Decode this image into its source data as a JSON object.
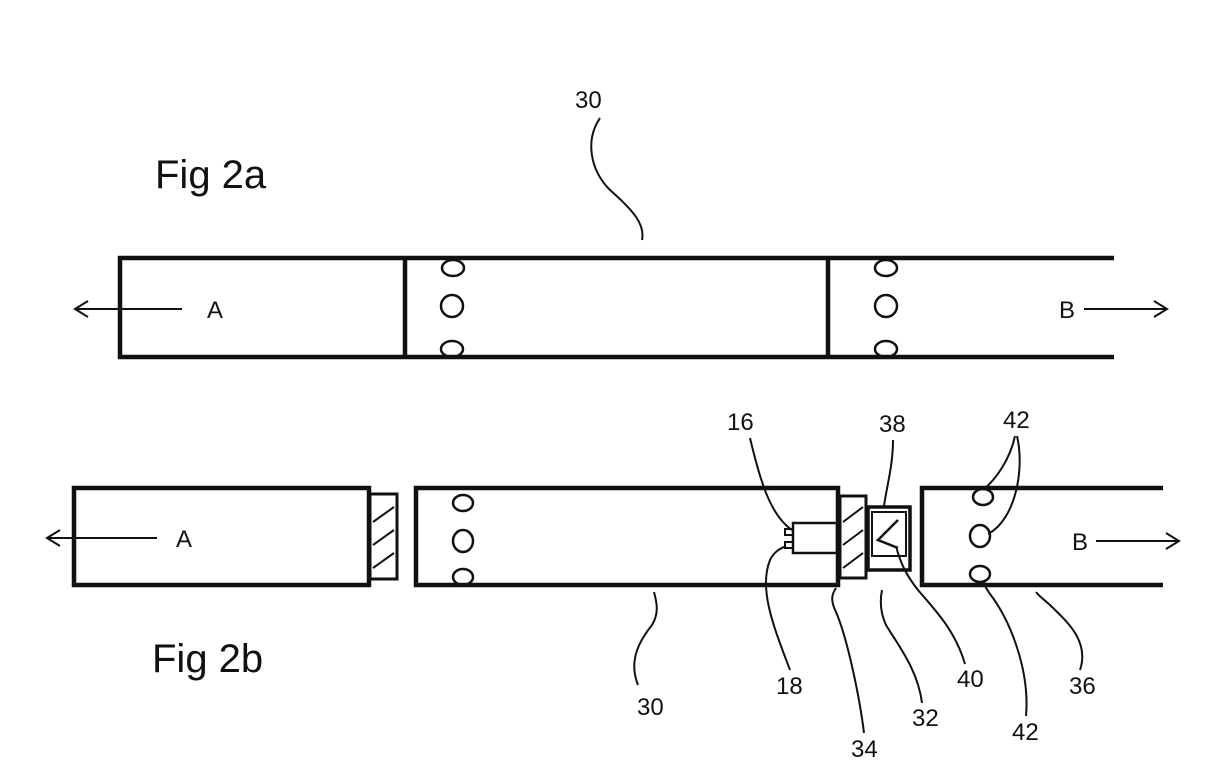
{
  "figures": {
    "fig2a": {
      "title": "Fig 2a"
    },
    "fig2b": {
      "title": "Fig 2b"
    }
  },
  "directions": {
    "a": "A",
    "b": "B"
  },
  "refs": {
    "ref_30_top": "30",
    "ref_16": "16",
    "ref_38": "38",
    "ref_42_top": "42",
    "ref_18": "18",
    "ref_30_bottom": "30",
    "ref_34": "34",
    "ref_32": "32",
    "ref_40": "40",
    "ref_42_bottom": "42",
    "ref_36": "36"
  }
}
